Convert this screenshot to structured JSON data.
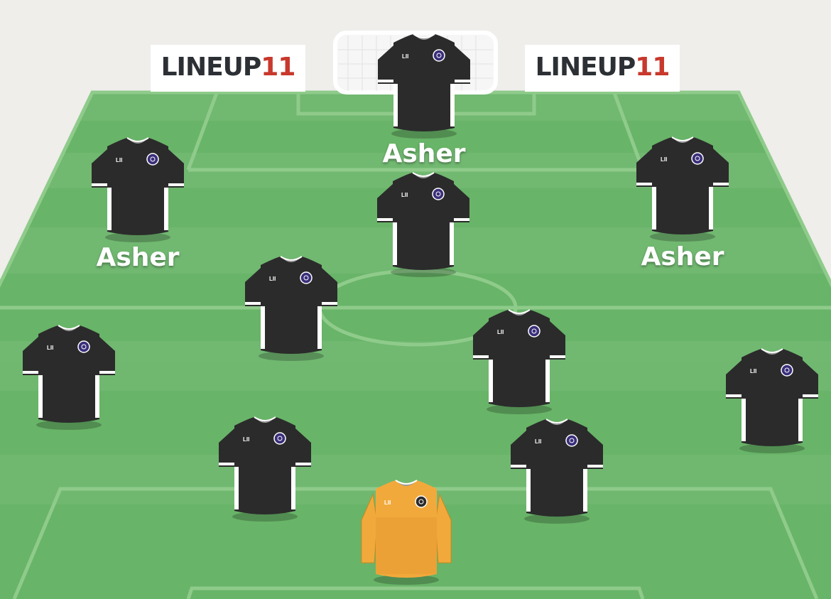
{
  "branding": {
    "logo_main": "LINEUP",
    "logo_num": "11",
    "logo_color_main": "#2c3035",
    "logo_color_num": "#c8382c"
  },
  "pitch": {
    "grass_color": "#68b468",
    "line_color": "#8fcb8b",
    "background_color": "#efeeeb"
  },
  "kits": {
    "outfield": {
      "body": "#2b2b2b",
      "trim": "#ffffff",
      "crest": "#3a2f7a",
      "mark": "LII"
    },
    "goalkeeper": {
      "body": "#f2a93b",
      "trim": "#d98d22",
      "crest": "#2b2b2b",
      "mark": "LII"
    }
  },
  "players": [
    {
      "id": "striker",
      "name": "Asher",
      "kit": "outfield"
    },
    {
      "id": "left-winger",
      "name": "Asher",
      "kit": "outfield"
    },
    {
      "id": "right-winger",
      "name": "Asher",
      "kit": "outfield"
    },
    {
      "id": "attacking-mid",
      "name": "",
      "kit": "outfield"
    },
    {
      "id": "left-center-mid",
      "name": "",
      "kit": "outfield"
    },
    {
      "id": "right-center-mid",
      "name": "",
      "kit": "outfield"
    },
    {
      "id": "left-back",
      "name": "",
      "kit": "outfield"
    },
    {
      "id": "right-back",
      "name": "",
      "kit": "outfield"
    },
    {
      "id": "left-center-back",
      "name": "",
      "kit": "outfield"
    },
    {
      "id": "right-center-back",
      "name": "",
      "kit": "outfield"
    },
    {
      "id": "goalkeeper",
      "name": "",
      "kit": "goalkeeper"
    }
  ]
}
